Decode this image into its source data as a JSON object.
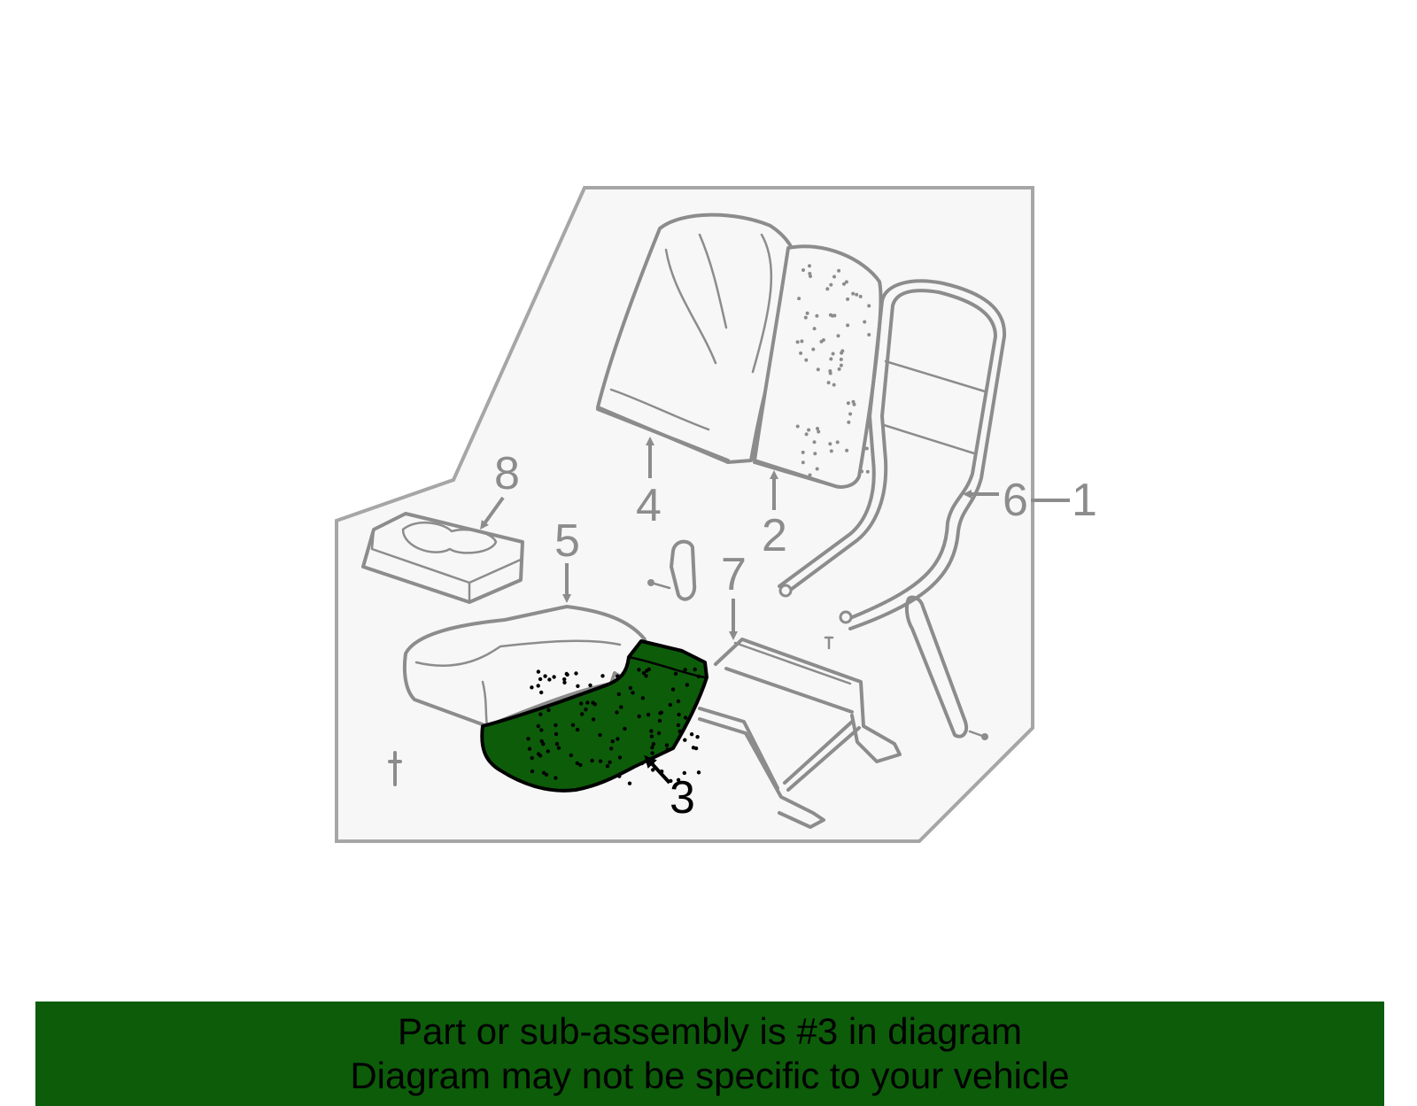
{
  "colors": {
    "highlight": "#0d5c0a",
    "banner_bg": "#0d5c0a",
    "panel_bg": "#f7f7f7",
    "line_gray": "#8c8c8c"
  },
  "diagram": {
    "highlighted_part": "3",
    "callouts": {
      "c1": "1",
      "c2": "2",
      "c3": "3",
      "c4": "4",
      "c5": "5",
      "c6": "6",
      "c7": "7",
      "c8": "8"
    }
  },
  "banner": {
    "line1": "Part or sub-assembly is #3 in diagram",
    "line2": "Diagram may not be specific to your vehicle"
  }
}
